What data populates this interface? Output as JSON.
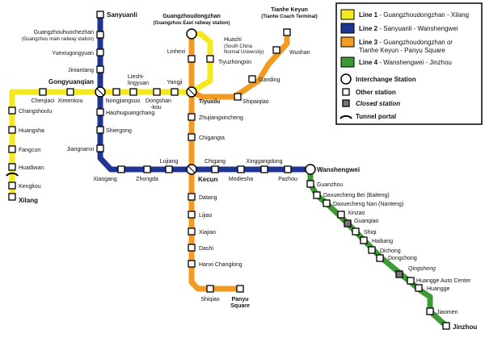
{
  "colors": {
    "line1": "#f5e81e",
    "line2": "#1f3591",
    "line3": "#f39a21",
    "line4": "#3e9a34",
    "station_fill": "#ffffff",
    "station_stroke": "#000000",
    "closed_fill": "#777777"
  },
  "legend": {
    "lines": [
      {
        "line_ref": "line1",
        "label": "Line 1",
        "route": " - Guangzhoudongzhan - Xilang"
      },
      {
        "line_ref": "line2",
        "label": "Line 2",
        "route": " - Sanyuanli - Wanshengwei"
      },
      {
        "line_ref": "line3",
        "label": "Line 3",
        "route": " - Guangzhoudongzhan ",
        "route_or": "or",
        "route2": "Tianhe Keyun - Panyu Square"
      },
      {
        "line_ref": "line4",
        "label": "Line 4",
        "route": " - Wanshengwei - Jinzhou"
      }
    ],
    "interchange": "Interchange Station",
    "other": "Other station",
    "closed": "Closed station",
    "tunnel": "Tunnel portal"
  },
  "stations": {
    "sanyuanli": "Sanyuanli",
    "guangzhou_huochezhan": "Guangzhouhuochezhan",
    "guangzhou_huochezhan_sub": "(Guangzhou main railway station)",
    "yuexiugongyuan": "Yuexiugongyuan",
    "jiniantang": "Jiniantang",
    "gongyuanqian": "Gongyuanqian",
    "nongjiangsuo": "Nongjiangsuo",
    "haizhu": "Haizhuguangchang",
    "shiergong": "Shiergong",
    "jiangnanxi": "Jiangnanxi",
    "xiaogang": "Xiaogang",
    "zhongda": "Zhongda",
    "lujiang": "Lujiang",
    "kecun": "Kecun",
    "chigang": "Chigang",
    "modiesha": "Modiesha",
    "xingangdong": "Xinggangdong",
    "pazhou": "Pazhou",
    "wanshengwei": "Wanshengwei",
    "chenjiaci": "Chenjiaci",
    "ximenkou": "Ximenkou",
    "changshoulu": "Changshoulu",
    "huangsha": "Huangsha",
    "fangcun": "Fangcun",
    "huadiwan": "Huadiwan",
    "kengkou": "Kengkou",
    "xilang": "Xilang",
    "lieshi": "Lieshi-lingyuan",
    "dongshankou": "Dongshan-kou",
    "yangji": "Yangji",
    "tiyuxilu": "Tiyuxilu",
    "gzdz": "Guangzhoudongzhan",
    "gzdz_sub": "(Guangzhou East railway station)",
    "linhexi": "Linhexi",
    "huashi": "Huashi",
    "huashi_sub1": "(South China",
    "huashi_sub2": "Normal University)",
    "tiyuzhongxin": "Tiyuzhongxin",
    "tianhe_keyun": "Tianhe Keyun",
    "tianhe_keyun_sub": "(Tianhe Coach Terminal)",
    "wushan": "Wushan",
    "ganding": "Ganding",
    "shipaiqiao": "Shipaiqiao",
    "zhujiang": "Zhujiangxincheng",
    "chigangta": "Chigangta",
    "datang": "Datang",
    "lijiao": "Lijiao",
    "xiajiao": "Xiajiao",
    "dashi": "Dashi",
    "hanxi": "Hanxi Changlong",
    "shiqiao": "Shiqiao",
    "panyu": "Panyu Square",
    "guanzhou": "Guanzhou",
    "daxuecheng_bei": "Daxuecheng Bei (Baiteng)",
    "daxuecheng_nan": "Daxuecheng Nan (Nanteng)",
    "xinzao": "Xinzao",
    "guanqiao": "Guanqiao",
    "shiqi": "Shiqi",
    "haibang": "Haibang",
    "dichong": "Dichong",
    "dongchong": "Dongchong",
    "qingsheng": "Qingsheng",
    "huangge_auto": "Huangge Auto Center",
    "huangge": "Huangge",
    "jiaomen": "Jiaomen",
    "jinzhou": "Jinzhou"
  }
}
